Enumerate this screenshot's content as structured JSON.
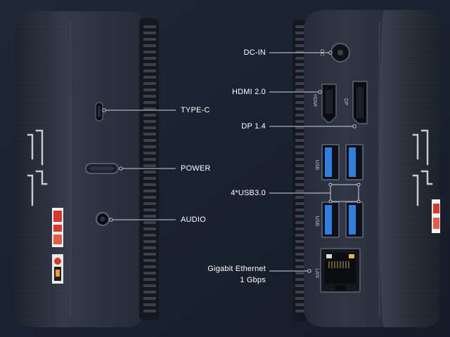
{
  "labels": {
    "type_c": "TYPE-C",
    "power": "POWER",
    "audio": "AUDIO",
    "dc_in": "DC-IN",
    "hdmi": "HDMI 2.0",
    "dp": "DP 1.4",
    "usb": "4*USB3.0",
    "lan_line1": "Gigabit Ethernet",
    "lan_line2": "1 Gbps"
  },
  "port_markings": {
    "dc": "DC",
    "hdmi": "HDMI",
    "dp": "DP",
    "usb_top": "USB",
    "usb_bottom": "USB",
    "lan": "LAN"
  },
  "colors": {
    "background": "#1a2130",
    "device_body": "#2f3544",
    "leader_line": "#c9d4ea",
    "usb_port": "#2f7fe0",
    "label_text": "#ffffff"
  },
  "icons": [
    "vent-grille",
    "usb-c-port",
    "power-button",
    "audio-jack",
    "dc-jack",
    "hdmi-port",
    "displayport-port",
    "usb-a-port",
    "rj45-port",
    "brand-logo",
    "sticker"
  ]
}
